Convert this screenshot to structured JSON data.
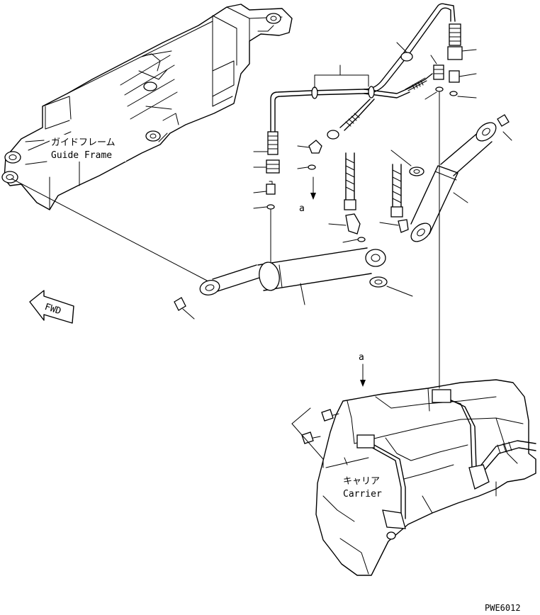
{
  "labels": {
    "guide_frame_jp": "ガイドフレーム",
    "guide_frame_en": "Guide Frame",
    "carrier_jp": "キャリア",
    "carrier_en": "Carrier",
    "view_marker_upper": "a",
    "view_marker_lower": "a",
    "direction_arrow": "FWD",
    "drawing_code": "PWE6012"
  },
  "icons": [
    "fwd-arrow-icon",
    "view-arrow-icon"
  ]
}
